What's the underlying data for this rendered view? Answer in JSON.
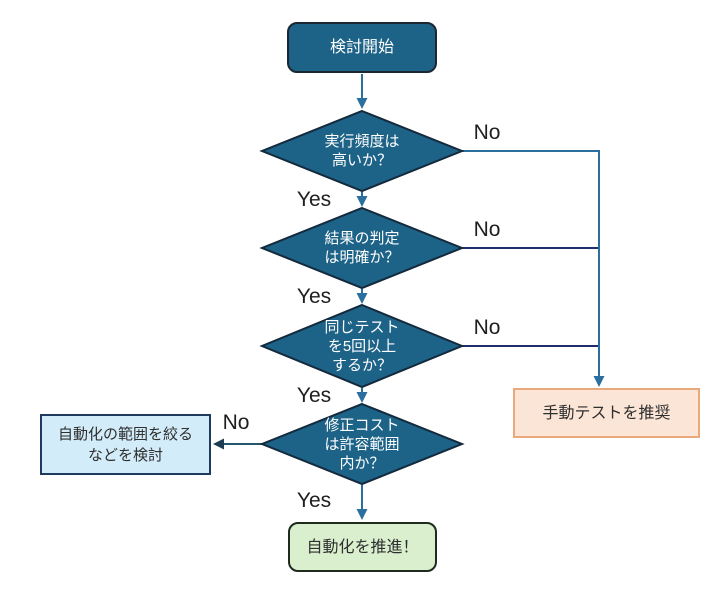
{
  "flowchart": {
    "start_label": "検討開始",
    "decisions": [
      {
        "lines": [
          "実行頻度は",
          "高いか？"
        ]
      },
      {
        "lines": [
          "結果の判定",
          "は明確か？"
        ]
      },
      {
        "lines": [
          "同じテスト",
          "を5回以上",
          "するか？"
        ]
      },
      {
        "lines": [
          "修正コスト",
          "は許容範囲",
          "内か？"
        ]
      }
    ],
    "results": {
      "manual_label": "手動テストを推奨",
      "narrow_lines": [
        "自動化の範囲を絞る",
        "などを検討"
      ],
      "automate_label": "自動化を推進！"
    },
    "labels": {
      "yes": "Yes",
      "no": "No"
    },
    "colors": {
      "node_fill": "#1d6287",
      "node_border": "#14293c",
      "arrow": "#2a6f9e",
      "no_line": "#1f2d69",
      "left_arrow": "#24566f",
      "manual_fill": "#fbe5d6",
      "manual_border": "#e9a97d",
      "narrow_fill": "#d3ecf9",
      "narrow_border": "#1f3a5f",
      "automate_fill": "#d9efcd",
      "automate_border": "#1f2b1f",
      "text_on_node": "#ffffff",
      "text_on_result": "#2f2f2f",
      "edge_label_text": "#1f1f1f"
    }
  }
}
